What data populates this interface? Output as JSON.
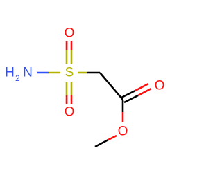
{
  "molecule": {
    "atoms": {
      "oxygen_top": {
        "symbol": "O",
        "color": "#ff0d0d"
      },
      "oxygen_bottom": {
        "symbol": "O",
        "color": "#ff0d0d"
      },
      "sulfur": {
        "symbol": "S",
        "color": "#b2b200"
      },
      "amine": {
        "symbol": "N",
        "prefix": "H",
        "subscript": "2",
        "color": "#3050f8"
      },
      "carbonyl_oxygen": {
        "symbol": "O",
        "color": "#ff0d0d"
      },
      "ester_oxygen": {
        "symbol": "O",
        "color": "#ff0d0d"
      }
    },
    "colors": {
      "bond": "#000000",
      "oxygen": "#ff0d0d",
      "nitrogen": "#3050f8",
      "sulfur": "#b2b200"
    }
  }
}
